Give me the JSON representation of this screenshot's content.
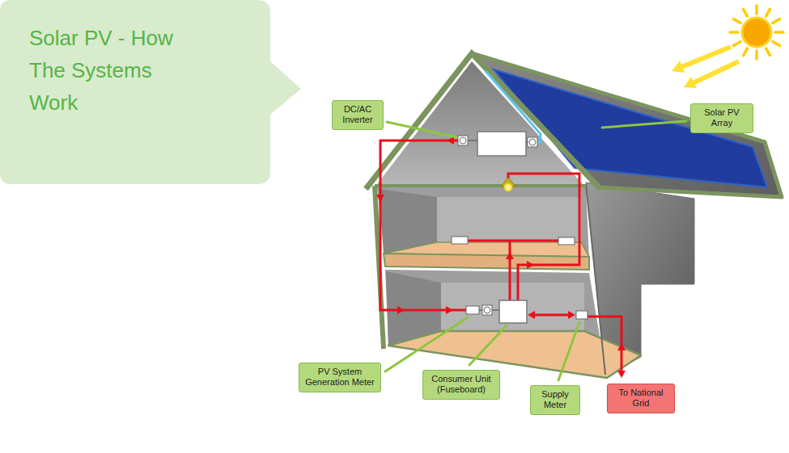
{
  "diagram": {
    "title": "Solar PV - How The Systems Work",
    "nodes": [
      {
        "text": [
          "DC/AC Inverter"
        ]
      },
      {
        "text": [
          "Solar PV Array"
        ]
      },
      {
        "text": [
          "PV System Generation Meter"
        ]
      },
      {
        "text": [
          "Consumer Unit (Fuseboard)"
        ]
      },
      {
        "text": [
          "Supply Meter"
        ]
      },
      {
        "text": [
          "To National Grid"
        ]
      }
    ]
  }
}
